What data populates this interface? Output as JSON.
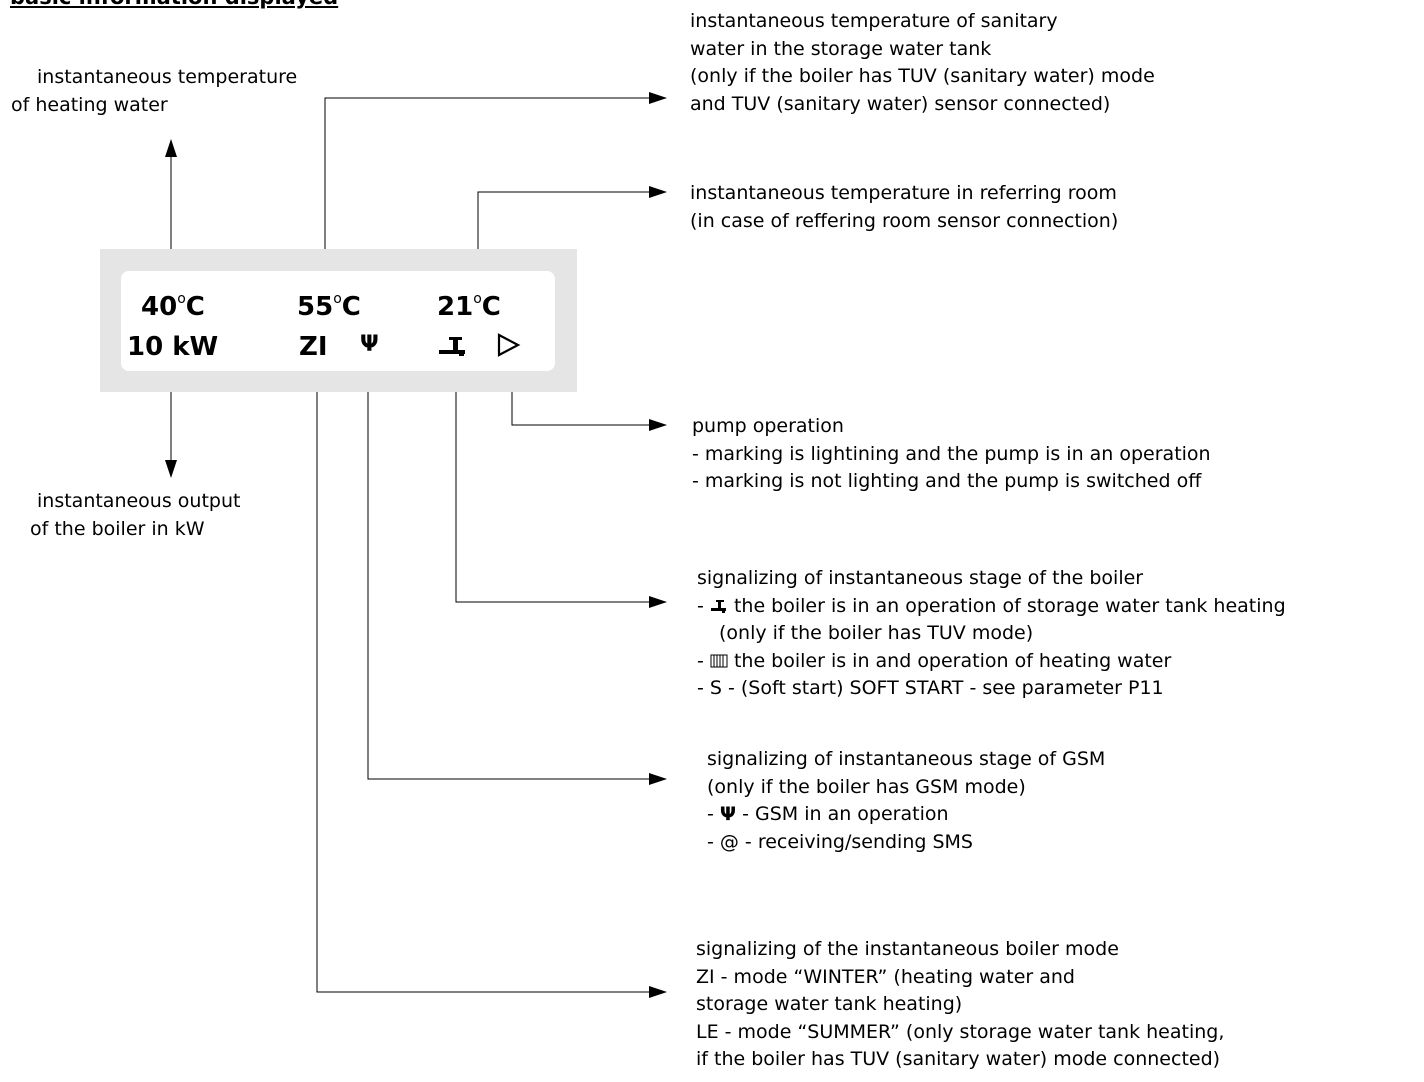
{
  "title": "basic information displayed",
  "display": {
    "temp_heating": "40",
    "temp_tank": "55",
    "temp_room": "21",
    "unit": "°C",
    "output": "10 kW",
    "mode": "ZI",
    "gsm_symbol": "Ψ",
    "pump_symbol": "▷"
  },
  "notes": {
    "heating_water": [
      "instantaneous temperature",
      "of heating water"
    ],
    "output": [
      "instantaneous output",
      "of the boiler in kW"
    ],
    "tank": [
      "instantaneous temperature of sanitary",
      "water in the storage water tank",
      "(only if the boiler has TUV (sanitary water) mode",
      "and TUV (sanitary water)  sensor connected)"
    ],
    "room": [
      "instantaneous temperature in referring room",
      "(in case  of reffering room sensor connection)"
    ],
    "pump": [
      "pump operation",
      "- marking is lightining and the pump is in an operation",
      "- marking is not lighting and the pump is switched off"
    ],
    "stage": {
      "heading": "signalizing of instantaneous stage of the boiler",
      "tank_prefix": "- ",
      "tank_text": " the boiler is in an operation of storage water tank heating",
      "tank_note": "(only if the boiler has TUV mode)",
      "radiator_prefix": "- ",
      "radiator_text": " the boiler is in and operation of heating water",
      "soft_start": "- S - (Soft start) SOFT START - see parameter  P11"
    },
    "gsm": {
      "heading": "signalizing of instantaneous stage of GSM",
      "note": "(only if the boiler has GSM mode)",
      "op_prefix": "- ",
      "op_symbol": "Ψ",
      "op_text": " - GSM in an operation",
      "sms": "- @ - receiving/sending SMS"
    },
    "mode": [
      "signalizing of the instantaneous boiler mode",
      "ZI - mode “WINTER” (heating water and",
      "storage water tank heating)",
      "LE - mode “SUMMER” (only storage water tank heating,",
      "if the boiler has TUV (sanitary water) mode connected)"
    ]
  }
}
